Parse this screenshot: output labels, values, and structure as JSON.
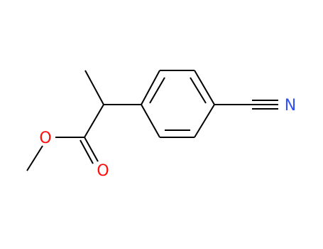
{
  "molecule": {
    "atoms": {
      "oxygen_ether": {
        "symbol": "O",
        "color": "#ff0d0d"
      },
      "oxygen_carbonyl": {
        "symbol": "O",
        "color": "#ff0d0d"
      },
      "nitrogen_nitrile": {
        "symbol": "N",
        "color": "#3050f8"
      }
    },
    "bond_color": "#000000",
    "background": "#ffffff"
  }
}
